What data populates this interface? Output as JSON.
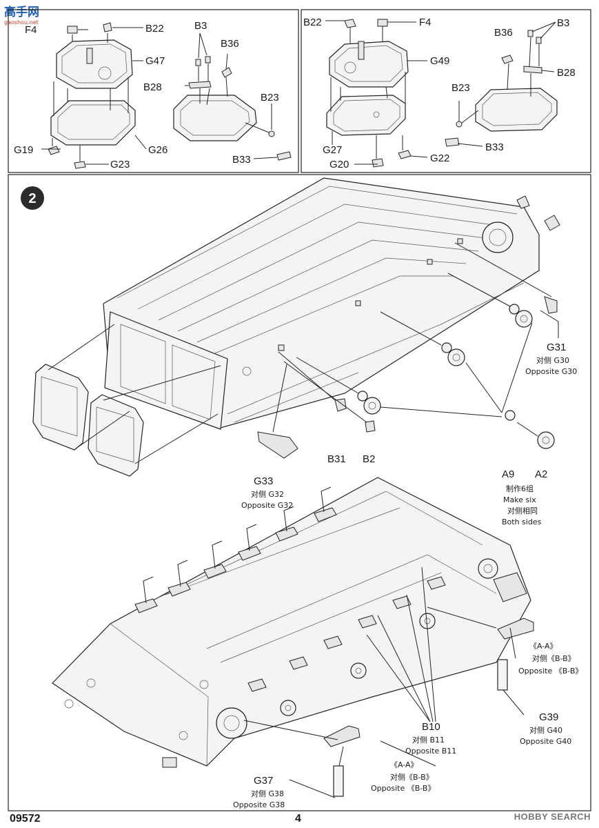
{
  "page": {
    "code": "09572",
    "number": "4"
  },
  "watermarks": {
    "left_brand": "高手网",
    "left_site": "gaoshou.net",
    "right_brand": "HOBBY SEARCH"
  },
  "panel_left": {
    "labels": [
      "F4",
      "B22",
      "G47",
      "G19",
      "G26",
      "G23",
      "B3",
      "B36",
      "B28",
      "B23",
      "B33"
    ]
  },
  "panel_right": {
    "labels": [
      "B22",
      "F4",
      "G49",
      "B36",
      "B3",
      "B28",
      "B23",
      "B33",
      "G27",
      "G20",
      "G22"
    ]
  },
  "step": {
    "number": "2",
    "g31": {
      "part": "G31",
      "cn": "对侧 G30",
      "en": "Opposite G30"
    },
    "g33": {
      "part": "G33",
      "cn": "对侧 G32",
      "en": "Opposite G32"
    },
    "b31": "B31",
    "b2": "B2",
    "a9": "A9",
    "a2": "A2",
    "make": {
      "cn": "制作6组",
      "en": "Make six",
      "cn2": "对侧相同",
      "en2": "Both sides"
    },
    "aa1": {
      "sec": "《A-A》",
      "cn": "对侧《B-B》",
      "en": "Opposite 《B-B》"
    },
    "g39": {
      "part": "G39",
      "cn": "对侧 G40",
      "en": "Opposite G40"
    },
    "b10": {
      "part": "B10",
      "cn": "对侧 B11",
      "en": "Opposite B11"
    },
    "aa2": {
      "sec": "《A-A》",
      "cn": "对侧《B-B》",
      "en": "Opposite 《B-B》"
    },
    "g37": {
      "part": "G37",
      "cn": "对侧 G38",
      "en": "Opposite G38"
    }
  }
}
